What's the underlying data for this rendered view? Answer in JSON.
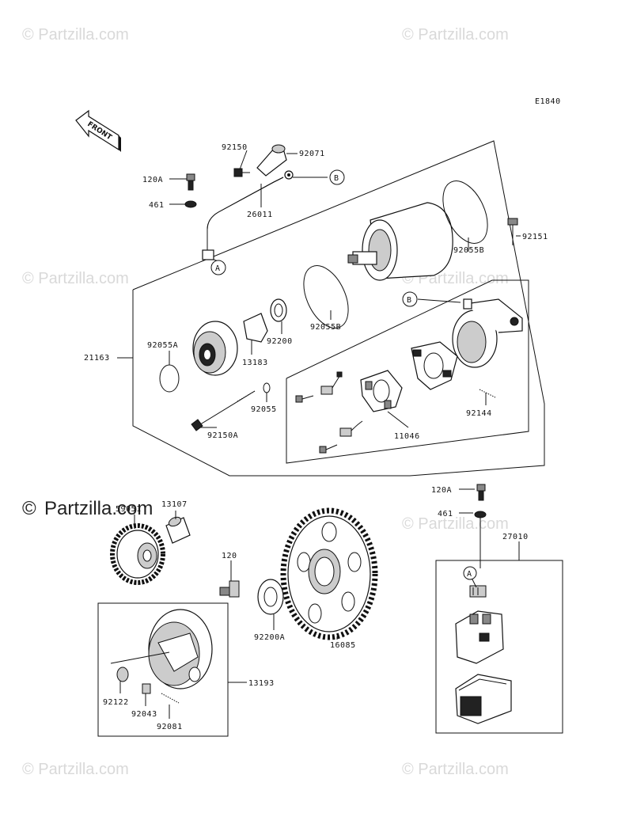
{
  "diagram_code": "E1840",
  "front_label": "FRONT",
  "watermark": "© Partzilla.com",
  "watermark_copy": "©",
  "watermark_text": "Partzilla.com",
  "callouts": {
    "a": "A",
    "b": "B"
  },
  "parts": {
    "p92150": "92150",
    "p92071": "92071",
    "p120a_1": "120A",
    "p461_1": "461",
    "p26011": "26011",
    "p92055b_1": "92055B",
    "p92151": "92151",
    "p92055b_2": "92055B",
    "p21163": "21163",
    "p92055a": "92055A",
    "p13183": "13183",
    "p92200": "92200",
    "p92055": "92055",
    "p92150a": "92150A",
    "p92144": "92144",
    "p11046": "11046",
    "p120a_2": "120A",
    "p461_2": "461",
    "p27010": "27010",
    "p59051": "59051",
    "p13107": "13107",
    "p120": "120",
    "p92200a": "92200A",
    "p16085": "16085",
    "p92122": "92122",
    "p92043": "92043",
    "p92081": "92081",
    "p13193": "13193"
  }
}
